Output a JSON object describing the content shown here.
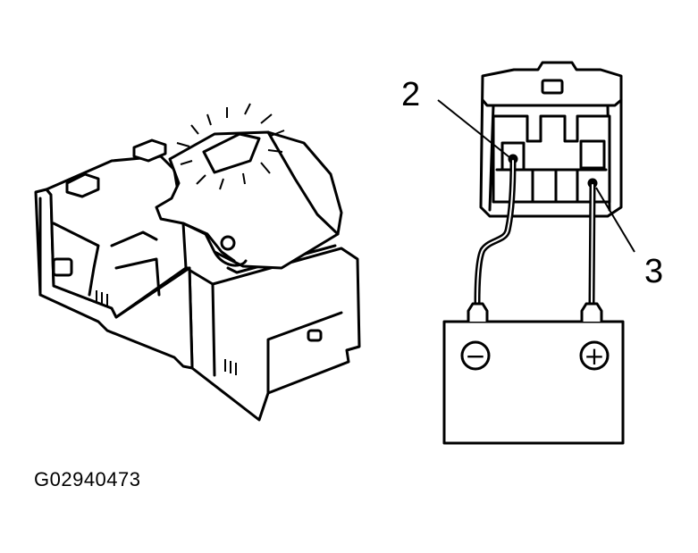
{
  "figure_id": "G02940473",
  "callouts": {
    "c2": "2",
    "c3": "3"
  },
  "battery": {
    "neg_symbol": "−",
    "pos_symbol": "+"
  },
  "colors": {
    "ink": "#000000",
    "paper": "#ffffff"
  }
}
